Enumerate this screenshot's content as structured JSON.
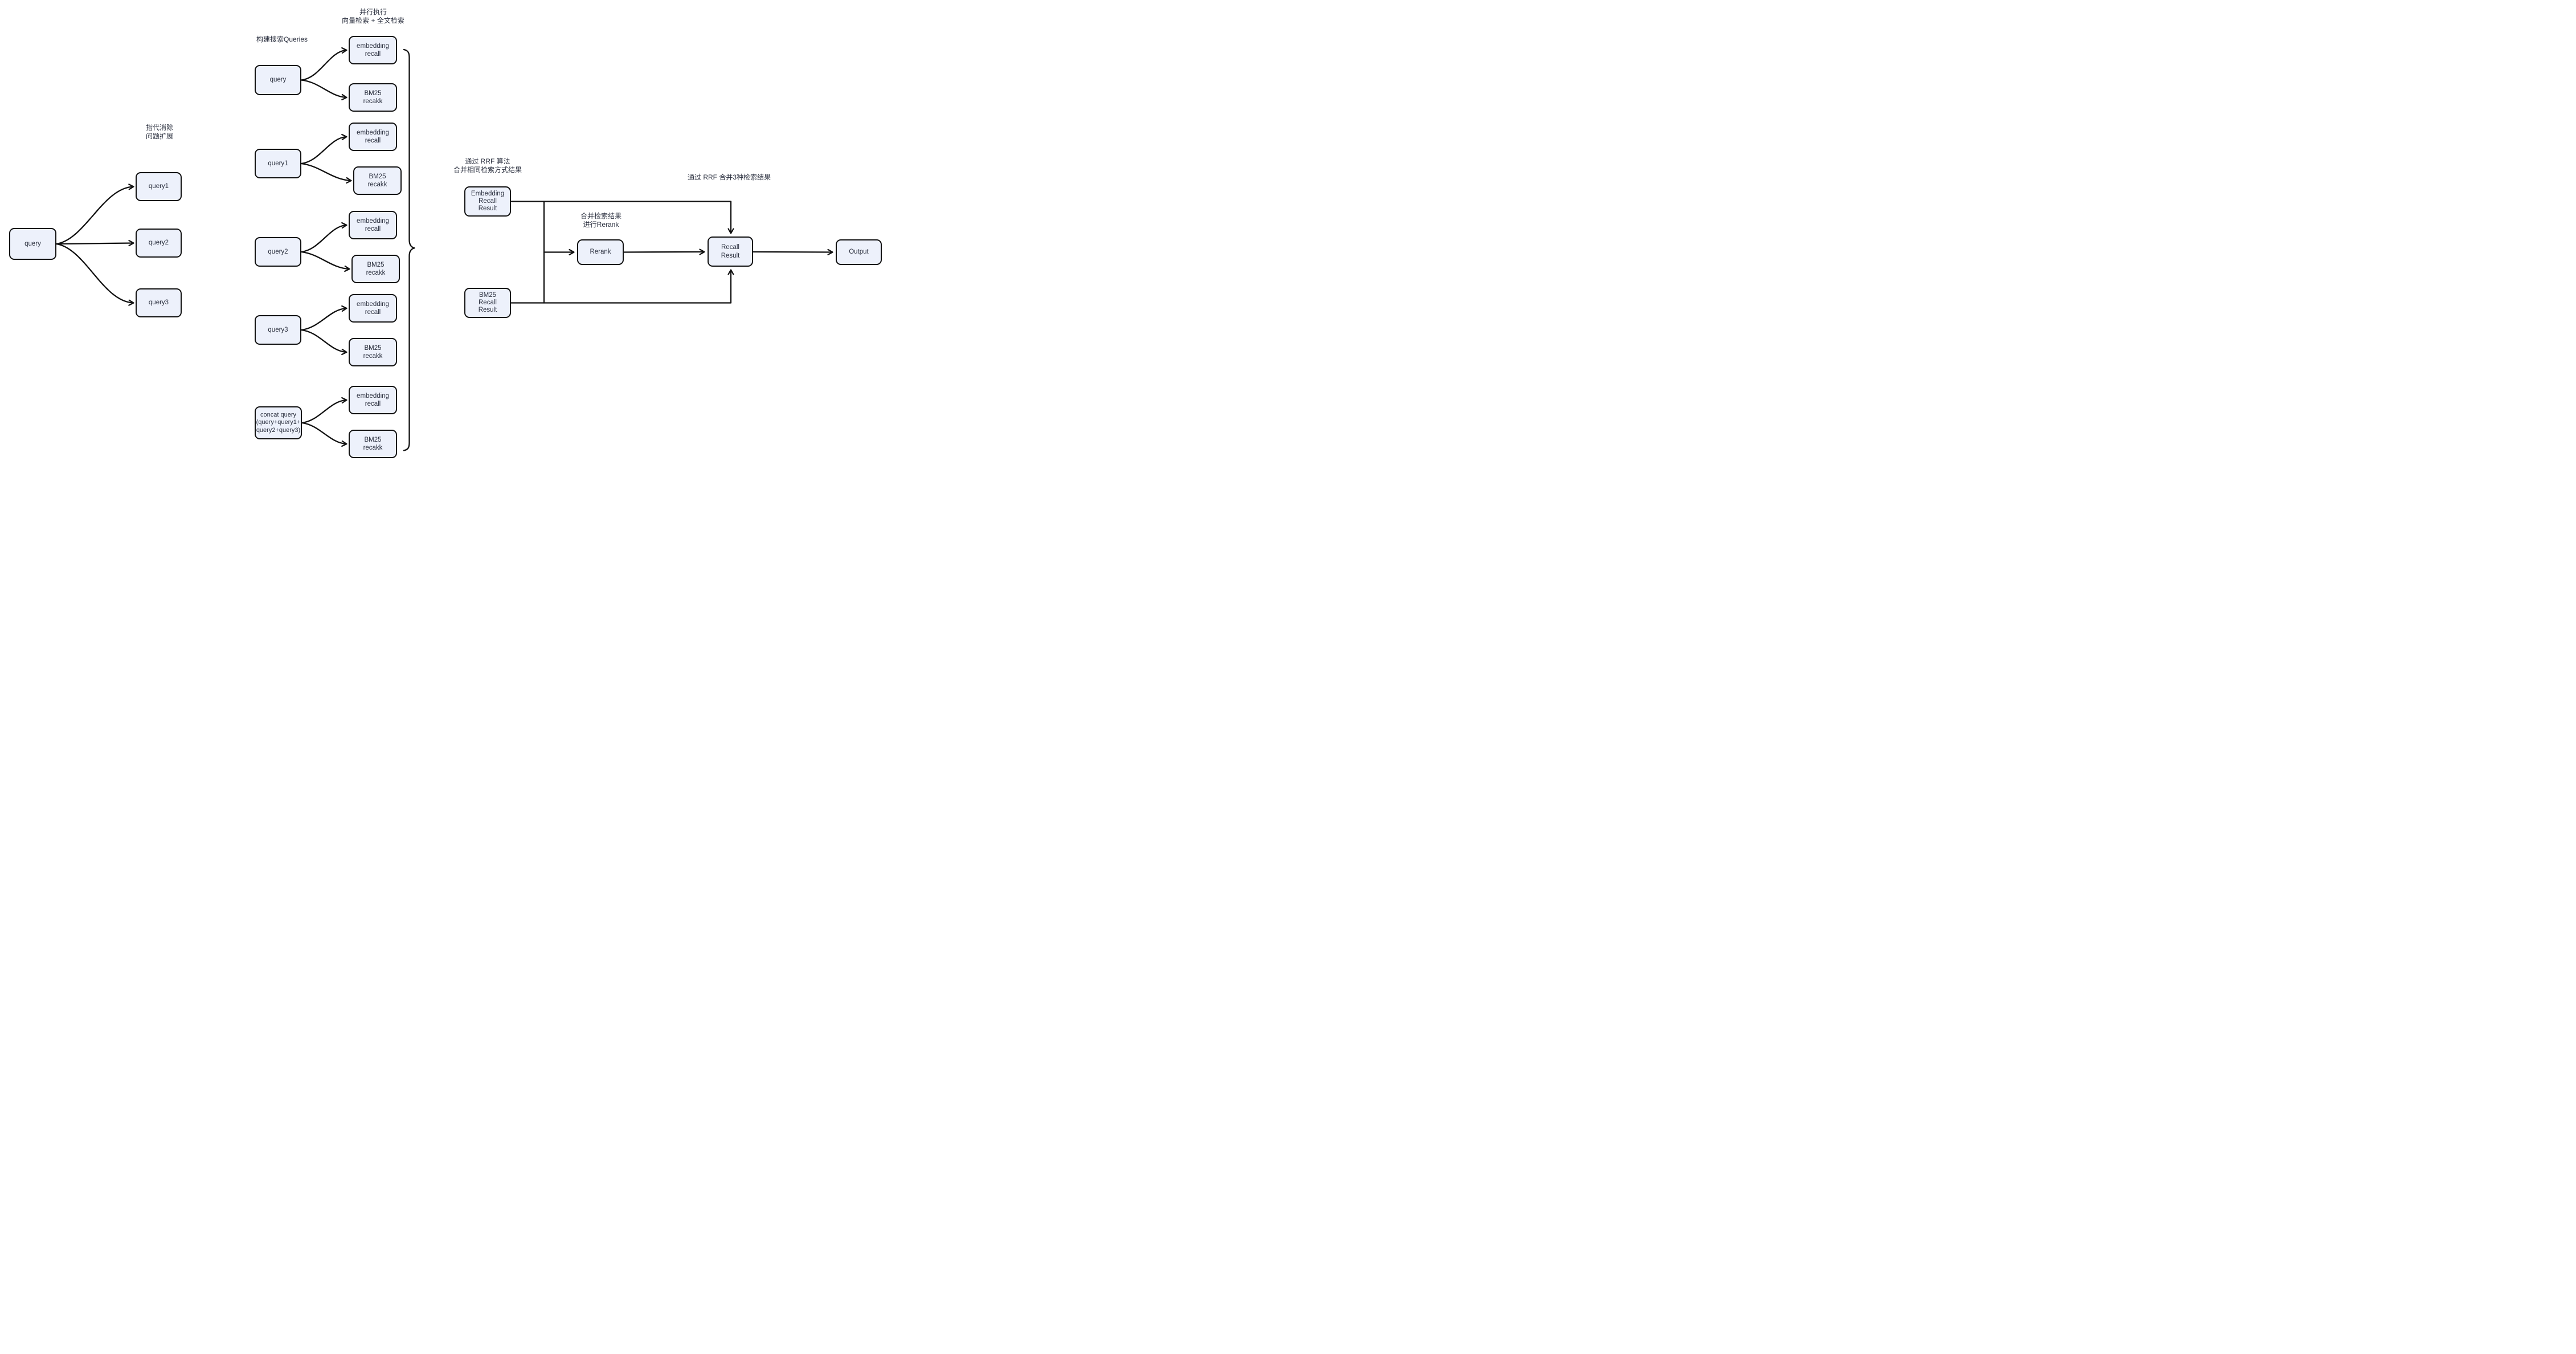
{
  "diagram": {
    "title": "hybrid-retrieval-rrf-flow",
    "colors": {
      "background": "#ffffff",
      "node_fill": "#edf1fb",
      "node_border": "#111111",
      "node_text": "#2a2f3e",
      "line": "#111111"
    },
    "annotations": [
      {
        "id": "parallel-exec",
        "text": "并行执行\n向量检索 + 全文检索"
      },
      {
        "id": "build-queries",
        "text": "构建搜索Queries"
      },
      {
        "id": "coref-expand",
        "text": "指代消除\n问题扩展"
      },
      {
        "id": "rrf-merge-same",
        "text": "通过 RRF 算法\n合并相同检索方式结果"
      },
      {
        "id": "rrf-merge-3",
        "text": "通过 RRF 合并3种检索结果"
      },
      {
        "id": "merge-rerank",
        "text": "合并检索结果\n进行Rerank"
      }
    ],
    "nodes": [
      {
        "id": "query-root",
        "label": "query"
      },
      {
        "id": "query1",
        "label": "query1"
      },
      {
        "id": "query2",
        "label": "query2"
      },
      {
        "id": "query3",
        "label": "query3"
      },
      {
        "id": "mid-query",
        "label": "query"
      },
      {
        "id": "er1",
        "label": "embedding\nrecall"
      },
      {
        "id": "bm1",
        "label": "BM25\nrecakk"
      },
      {
        "id": "mid-query1",
        "label": "query1"
      },
      {
        "id": "er2",
        "label": "embedding\nrecall"
      },
      {
        "id": "bm2",
        "label": "BM25\nrecakk"
      },
      {
        "id": "mid-query2",
        "label": "query2"
      },
      {
        "id": "er3",
        "label": "embedding\nrecall"
      },
      {
        "id": "bm3",
        "label": "BM25\nrecakk"
      },
      {
        "id": "mid-query3",
        "label": "query3"
      },
      {
        "id": "er4",
        "label": "embedding\nrecall"
      },
      {
        "id": "bm4",
        "label": "BM25\nrecakk"
      },
      {
        "id": "concat-query",
        "label": "concat query\n(query+query1+\nquery2+query3)"
      },
      {
        "id": "er5",
        "label": "embedding\nrecall"
      },
      {
        "id": "bm5",
        "label": "BM25\nrecakk"
      },
      {
        "id": "embedding-recall-result",
        "label": "Embedding\nRecall\nResult"
      },
      {
        "id": "bm25-recall-result",
        "label": "BM25\nRecall\nResult"
      },
      {
        "id": "rerank",
        "label": "Rerank"
      },
      {
        "id": "recall-result",
        "label": "Recall\nResult"
      },
      {
        "id": "output",
        "label": "Output"
      }
    ]
  }
}
